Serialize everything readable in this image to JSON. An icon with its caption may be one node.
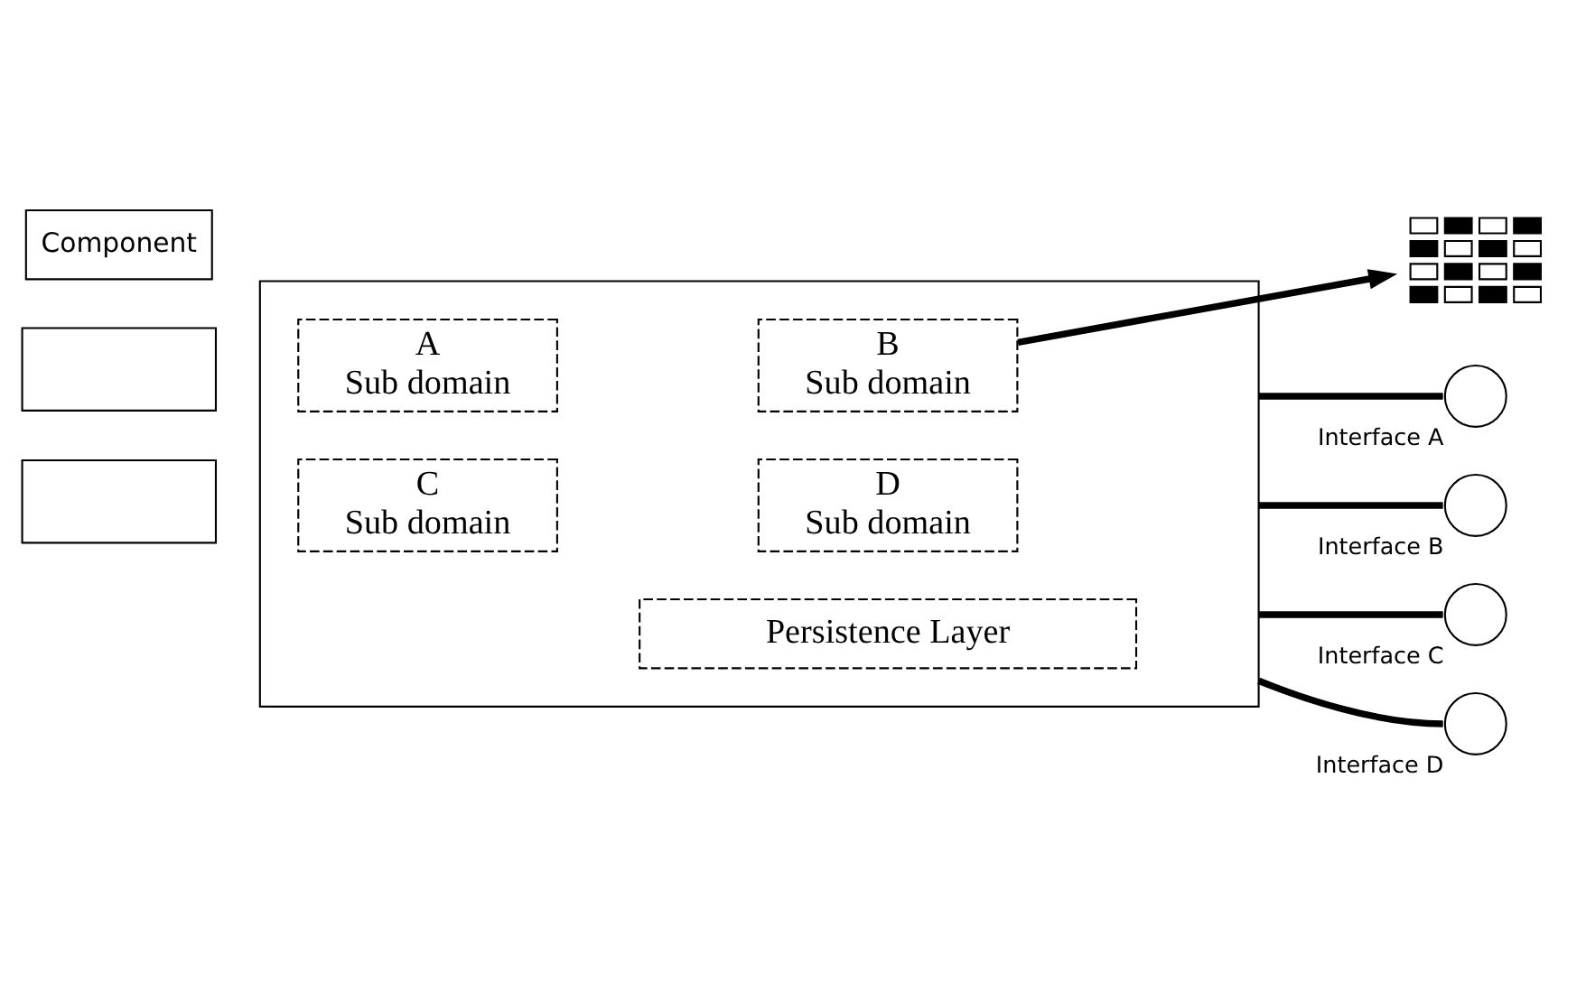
{
  "diagram": {
    "nodes": [
      {
        "text": [
          "Component"
        ]
      },
      {
        "text": [],
        "shape": "box"
      },
      {
        "text": [],
        "shape": "box"
      },
      {
        "text": [],
        "shape": "box"
      },
      {
        "text": [
          "A",
          "Sub domain"
        ],
        "in": 1
      },
      {
        "text": [
          "B",
          "Sub domain"
        ],
        "in": 1
      },
      {
        "text": [
          "C",
          "Sub domain"
        ],
        "in": 1
      },
      {
        "text": [
          "D",
          "Sub domain"
        ],
        "in": 1
      },
      {
        "text": [
          "Persistence Layer"
        ],
        "in": 1
      },
      {
        "text": [],
        "shape": "picture"
      },
      {
        "text": [],
        "shape": "circle",
        "beside": [
          "Interface A"
        ]
      },
      {
        "text": [],
        "shape": "circle",
        "beside": [
          "Interface B"
        ]
      },
      {
        "text": [],
        "shape": "circle",
        "beside": [
          "Interface C"
        ]
      },
      {
        "text": [],
        "shape": "circle",
        "beside": [
          "Interface D"
        ]
      }
    ],
    "edges": [
      {
        "from": 5,
        "to": 9,
        "arrow": "to"
      },
      {
        "from": 1,
        "to": 10,
        "arrow": "none"
      },
      {
        "from": 1,
        "to": 11,
        "arrow": "none"
      },
      {
        "from": 1,
        "to": 12,
        "arrow": "none"
      },
      {
        "from": 1,
        "to": 13,
        "arrow": "none"
      }
    ]
  }
}
